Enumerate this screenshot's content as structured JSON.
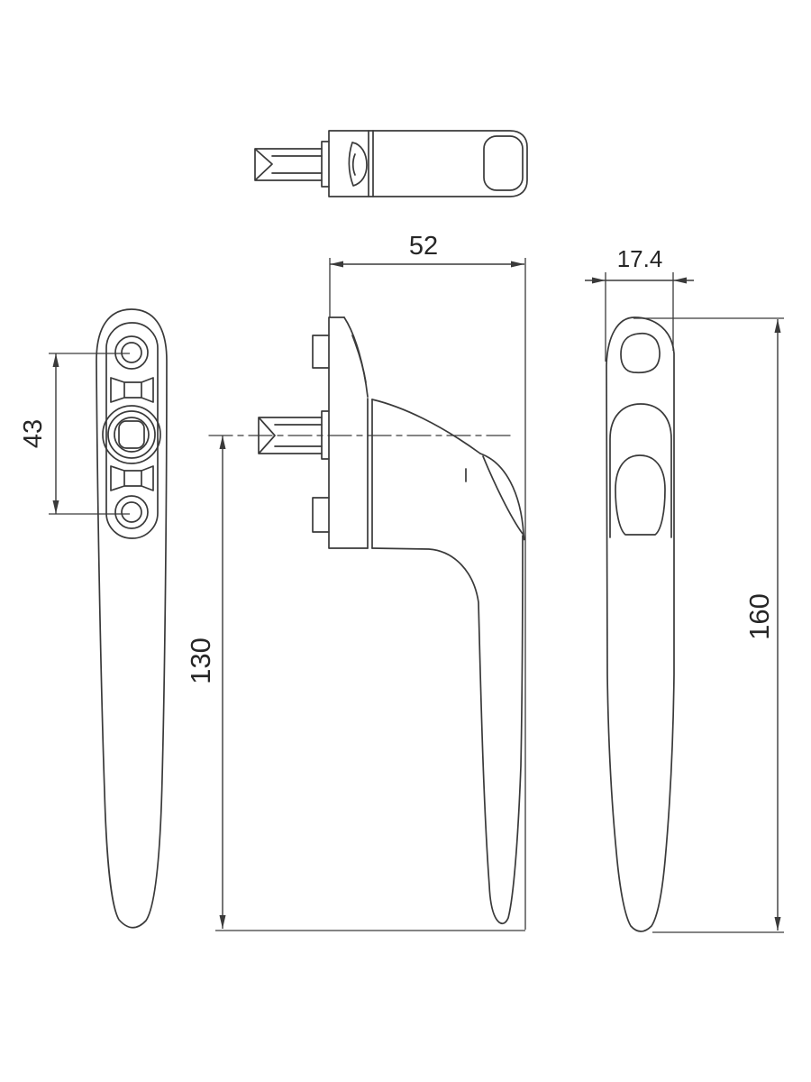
{
  "dimensions": {
    "depth": "52",
    "width": "17.4",
    "hole_spacing": "43",
    "grip_drop": "130",
    "overall_height": "160"
  },
  "colors": {
    "line": "#3a3a3a",
    "text": "#262626",
    "background": "#ffffff"
  }
}
